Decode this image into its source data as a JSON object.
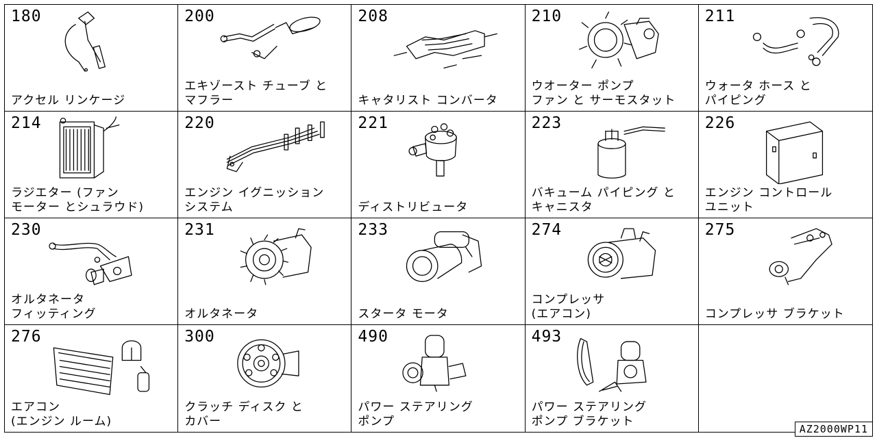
{
  "catalog": {
    "page_code": "AZ2000WP11",
    "sections": [
      {
        "code": "180",
        "name": "アクセル リンケージ",
        "icon": "accelerator-linkage-icon"
      },
      {
        "code": "200",
        "name": "エキゾースト チューブ と\nマフラー",
        "icon": "exhaust-muffler-icon"
      },
      {
        "code": "208",
        "name": "キャタリスト コンバータ",
        "icon": "catalytic-converter-icon"
      },
      {
        "code": "210",
        "name": "ウオーター ポンプ\nファン と サーモスタット",
        "icon": "water-pump-icon"
      },
      {
        "code": "211",
        "name": "ウォータ ホース と\nパイピング",
        "icon": "water-hose-icon"
      },
      {
        "code": "214",
        "name": "ラジエター (ファン\nモーター とシュラウド)",
        "icon": "radiator-icon"
      },
      {
        "code": "220",
        "name": "エンジン イグニッション\nシステム",
        "icon": "ignition-wires-icon"
      },
      {
        "code": "221",
        "name": "ディストリビュータ",
        "icon": "distributor-icon"
      },
      {
        "code": "223",
        "name": "バキューム パイピング と\nキャニスタ",
        "icon": "canister-icon"
      },
      {
        "code": "226",
        "name": "エンジン コントロール\nユニット",
        "icon": "control-unit-icon"
      },
      {
        "code": "230",
        "name": "オルタネータ\nフィッティング",
        "icon": "alternator-bracket-icon"
      },
      {
        "code": "231",
        "name": "オルタネータ",
        "icon": "alternator-icon"
      },
      {
        "code": "233",
        "name": "スタータ モータ",
        "icon": "starter-motor-icon"
      },
      {
        "code": "274",
        "name": "コンプレッサ\n(エアコン)",
        "icon": "ac-compressor-icon"
      },
      {
        "code": "275",
        "name": "コンプレッサ ブラケット",
        "icon": "compressor-bracket-icon"
      },
      {
        "code": "276",
        "name": "エアコン\n(エンジン ルーム)",
        "icon": "ac-condenser-icon"
      },
      {
        "code": "300",
        "name": "クラッチ ディスク と\nカバー",
        "icon": "clutch-disc-icon"
      },
      {
        "code": "490",
        "name": "パワー ステアリング\nポンプ",
        "icon": "power-steering-pump-icon"
      },
      {
        "code": "493",
        "name": "パワー ステアリング\nポンプ ブラケット",
        "icon": "pump-bracket-icon"
      }
    ]
  }
}
